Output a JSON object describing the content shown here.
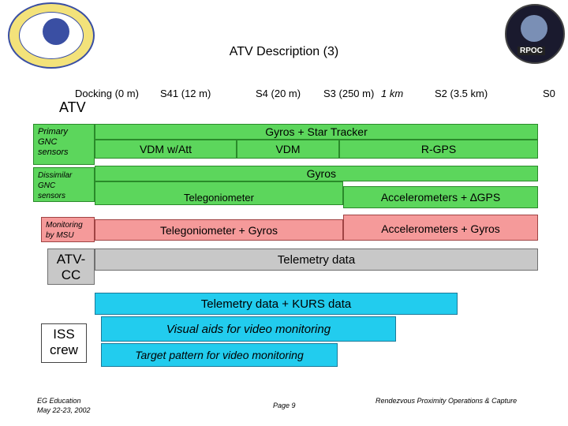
{
  "header": {
    "title": "ATV Description (3)"
  },
  "stages": [
    "Docking (0 m)",
    "S41 (12 m)",
    "S4 (20 m)",
    "S3 (250 m)",
    "1 km",
    "S2 (3.5 km)",
    "S0"
  ],
  "sections": {
    "atv": "ATV",
    "atv_cc": "ATV-\nCC",
    "iss_crew": "ISS\ncrew"
  },
  "labels": {
    "primary": "Primary\nGNC\nsensors",
    "dissimilar": "Dissimilar\nGNC\nsensors",
    "monitoring": "Monitoring\nby MSU"
  },
  "bars": {
    "gyros_tracker": "Gyros + Star Tracker",
    "vdm_att": "VDM w/Att",
    "vdm": "VDM",
    "rgps": "R-GPS",
    "gyros": "Gyros",
    "telegoniometer": "Telegoniometer",
    "accel_dgps": "Accelerometers + ∆GPS",
    "telego_gyros": "Telegoniometer + Gyros",
    "accel_gyros": "Accelerometers + Gyros",
    "telemetry": "Telemetry data",
    "telemetry_kurs": "Telemetry data + KURS data",
    "visual_aids": "Visual aids for video monitoring",
    "target_pattern": "Target pattern for video monitoring"
  },
  "footer": {
    "left": "EG Education\nMay 22-23, 2002",
    "center": "Page 9",
    "right": "Rendezvous Proximity Operations & Capture"
  },
  "logos": {
    "right_badge": "RPOC"
  },
  "colors": {
    "green": "#5cd65c",
    "pink": "#f59a9a",
    "gray": "#c8c8c8",
    "cyan": "#22ccee"
  }
}
